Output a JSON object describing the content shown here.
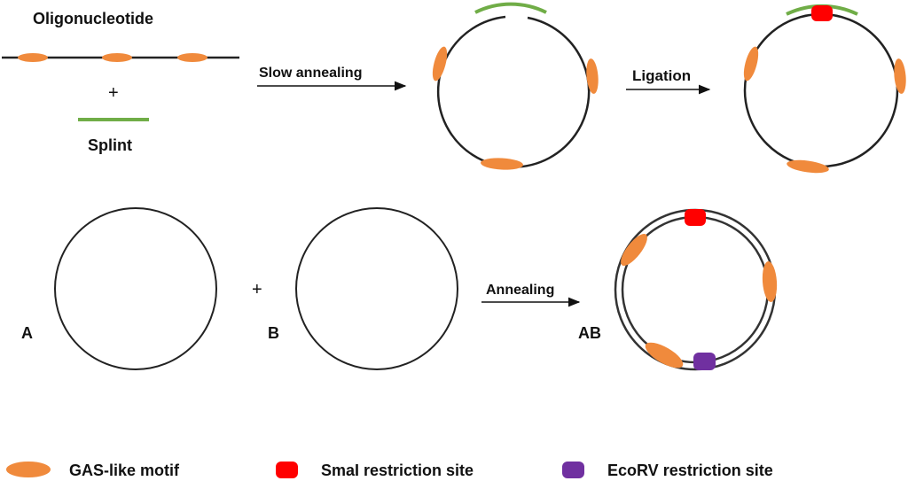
{
  "labels": {
    "oligonucleotide": "Oligonucleotide",
    "plus": "+",
    "splint": "Splint",
    "slow_annealing": "Slow annealing",
    "ligation": "Ligation",
    "annealing": "Annealing",
    "circle_a": "A",
    "circle_b": "B",
    "circle_ab": "AB"
  },
  "legend": {
    "gas_motif": "GAS-like motif",
    "smai_site": "SmaI restriction site",
    "ecorv_site": "EcoRV restriction site"
  },
  "colors": {
    "motif": "#f08a3c",
    "smai": "#ff0000",
    "ecorv": "#7030a0",
    "splint": "#70ad47",
    "strand": "#222222"
  }
}
